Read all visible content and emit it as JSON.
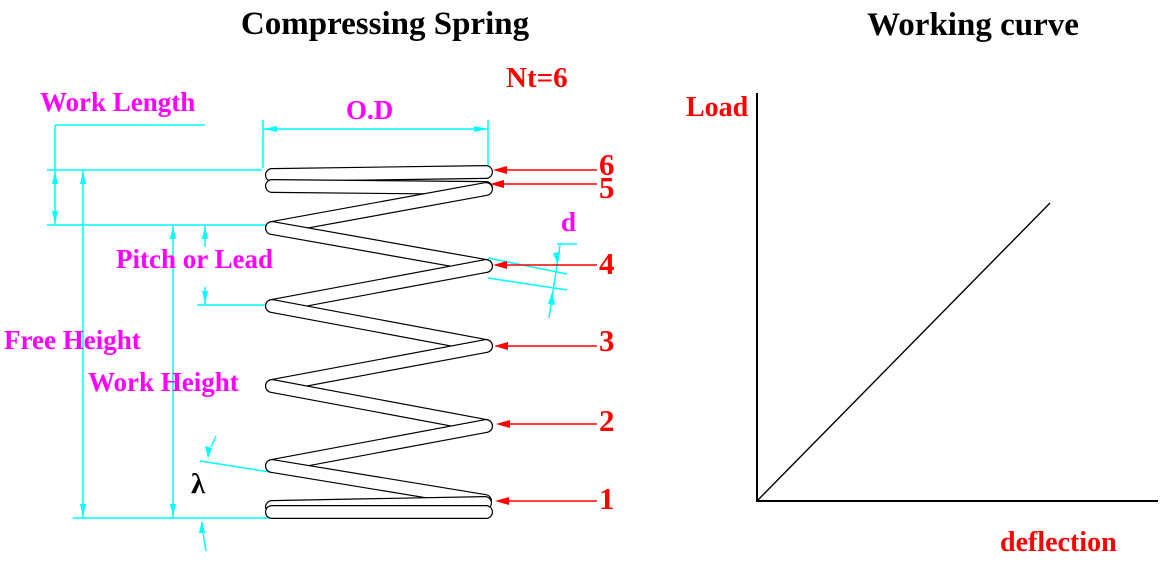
{
  "titles": {
    "left": "Compressing Spring",
    "right": "Working curve"
  },
  "spring": {
    "total_turns_label": "Nt=6",
    "dimensions": {
      "work_length": "Work Length",
      "outer_diameter": "O.D",
      "pitch": "Pitch or Lead",
      "free_height": "Free Height",
      "work_height": "Work Height",
      "helix_angle": "λ",
      "wire_diameter": "d"
    },
    "coil_numbers": [
      "6",
      "5",
      "4",
      "3",
      "2",
      "1"
    ]
  },
  "curve": {
    "y_axis_label": "Load",
    "x_axis_label": "deflection"
  },
  "colors": {
    "dimension_lines": "#00ffff",
    "dimension_labels": "#ff00ff",
    "callouts": "#ff0000",
    "drawing": "#000000",
    "background": "#ffffff"
  }
}
